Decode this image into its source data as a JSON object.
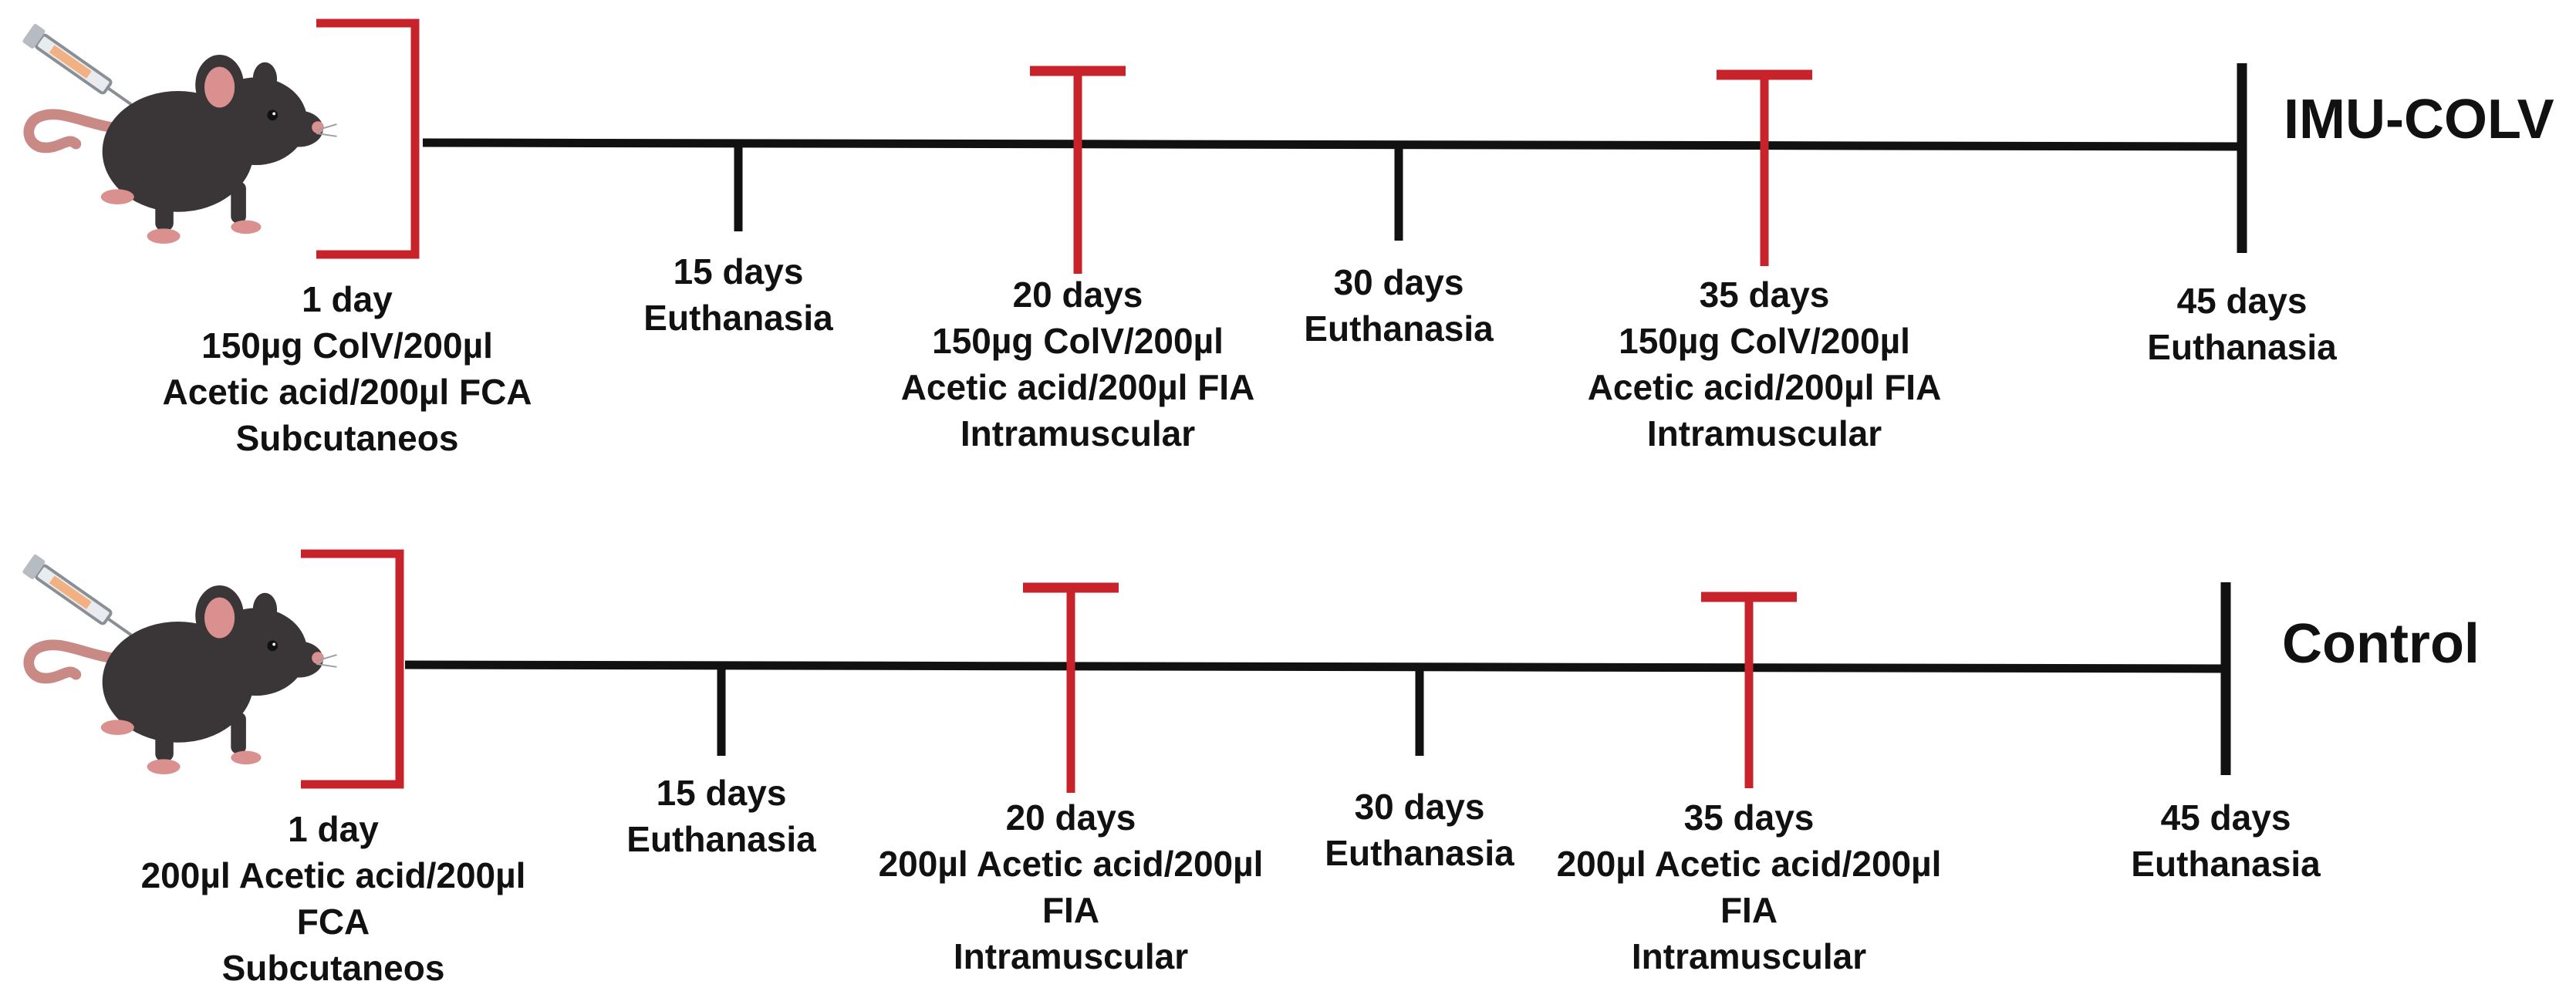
{
  "colors": {
    "axis": "#111111",
    "injection_marker": "#c8232b",
    "mouse_body": "#3a3536",
    "mouse_ear": "#d9908e"
  },
  "icons": {
    "subject": "mouse-with-syringe-icon"
  },
  "groups": [
    {
      "name": "IMU-COLV",
      "events": [
        {
          "kind": "start-bracket",
          "lines": [
            "1 day",
            "150µg ColV/200µl",
            "Acetic acid/200µl FCA",
            "Subcutaneos"
          ]
        },
        {
          "kind": "tick",
          "lines": [
            "15 days",
            "Euthanasia"
          ]
        },
        {
          "kind": "injection",
          "lines": [
            "20 days",
            "150µg ColV/200µl",
            "Acetic acid/200µl FIA",
            "Intramuscular"
          ]
        },
        {
          "kind": "tick",
          "lines": [
            "30 days",
            "Euthanasia"
          ]
        },
        {
          "kind": "injection",
          "lines": [
            "35 days",
            "150µg ColV/200µl",
            "Acetic acid/200µl FIA",
            "Intramuscular"
          ]
        },
        {
          "kind": "end",
          "lines": [
            "45 days",
            "Euthanasia"
          ]
        }
      ]
    },
    {
      "name": "Control",
      "events": [
        {
          "kind": "start-bracket",
          "lines": [
            "1 day",
            "200µl Acetic acid/200µl",
            "FCA",
            "Subcutaneos"
          ]
        },
        {
          "kind": "tick",
          "lines": [
            "15 days",
            "Euthanasia"
          ]
        },
        {
          "kind": "injection",
          "lines": [
            "20 days",
            "200µl Acetic acid/200µl",
            "FIA",
            "Intramuscular"
          ]
        },
        {
          "kind": "tick",
          "lines": [
            "30 days",
            "Euthanasia"
          ]
        },
        {
          "kind": "injection",
          "lines": [
            "35 days",
            "200µl Acetic acid/200µl",
            "FIA",
            "Intramuscular"
          ]
        },
        {
          "kind": "end",
          "lines": [
            "45 days",
            "Euthanasia"
          ]
        }
      ]
    }
  ]
}
